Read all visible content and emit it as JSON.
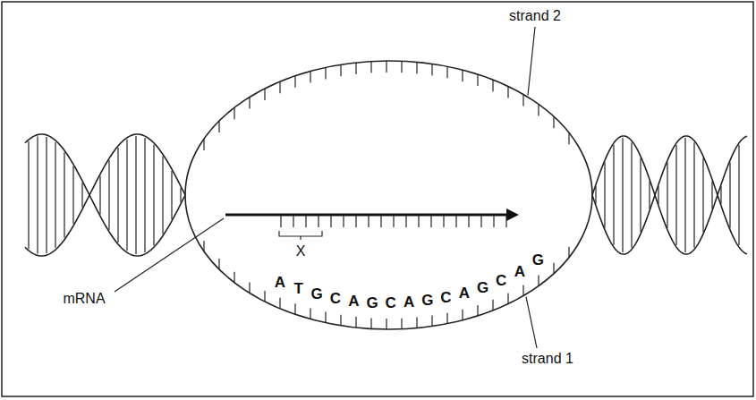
{
  "diagram": {
    "labels": [
      "strand 2",
      "mRNA",
      "X",
      "A",
      "T",
      "G",
      "C",
      "A",
      "G",
      "C",
      "A",
      "G",
      "C",
      "A",
      "G",
      "C",
      "A",
      "G",
      "strand 1"
    ]
  }
}
